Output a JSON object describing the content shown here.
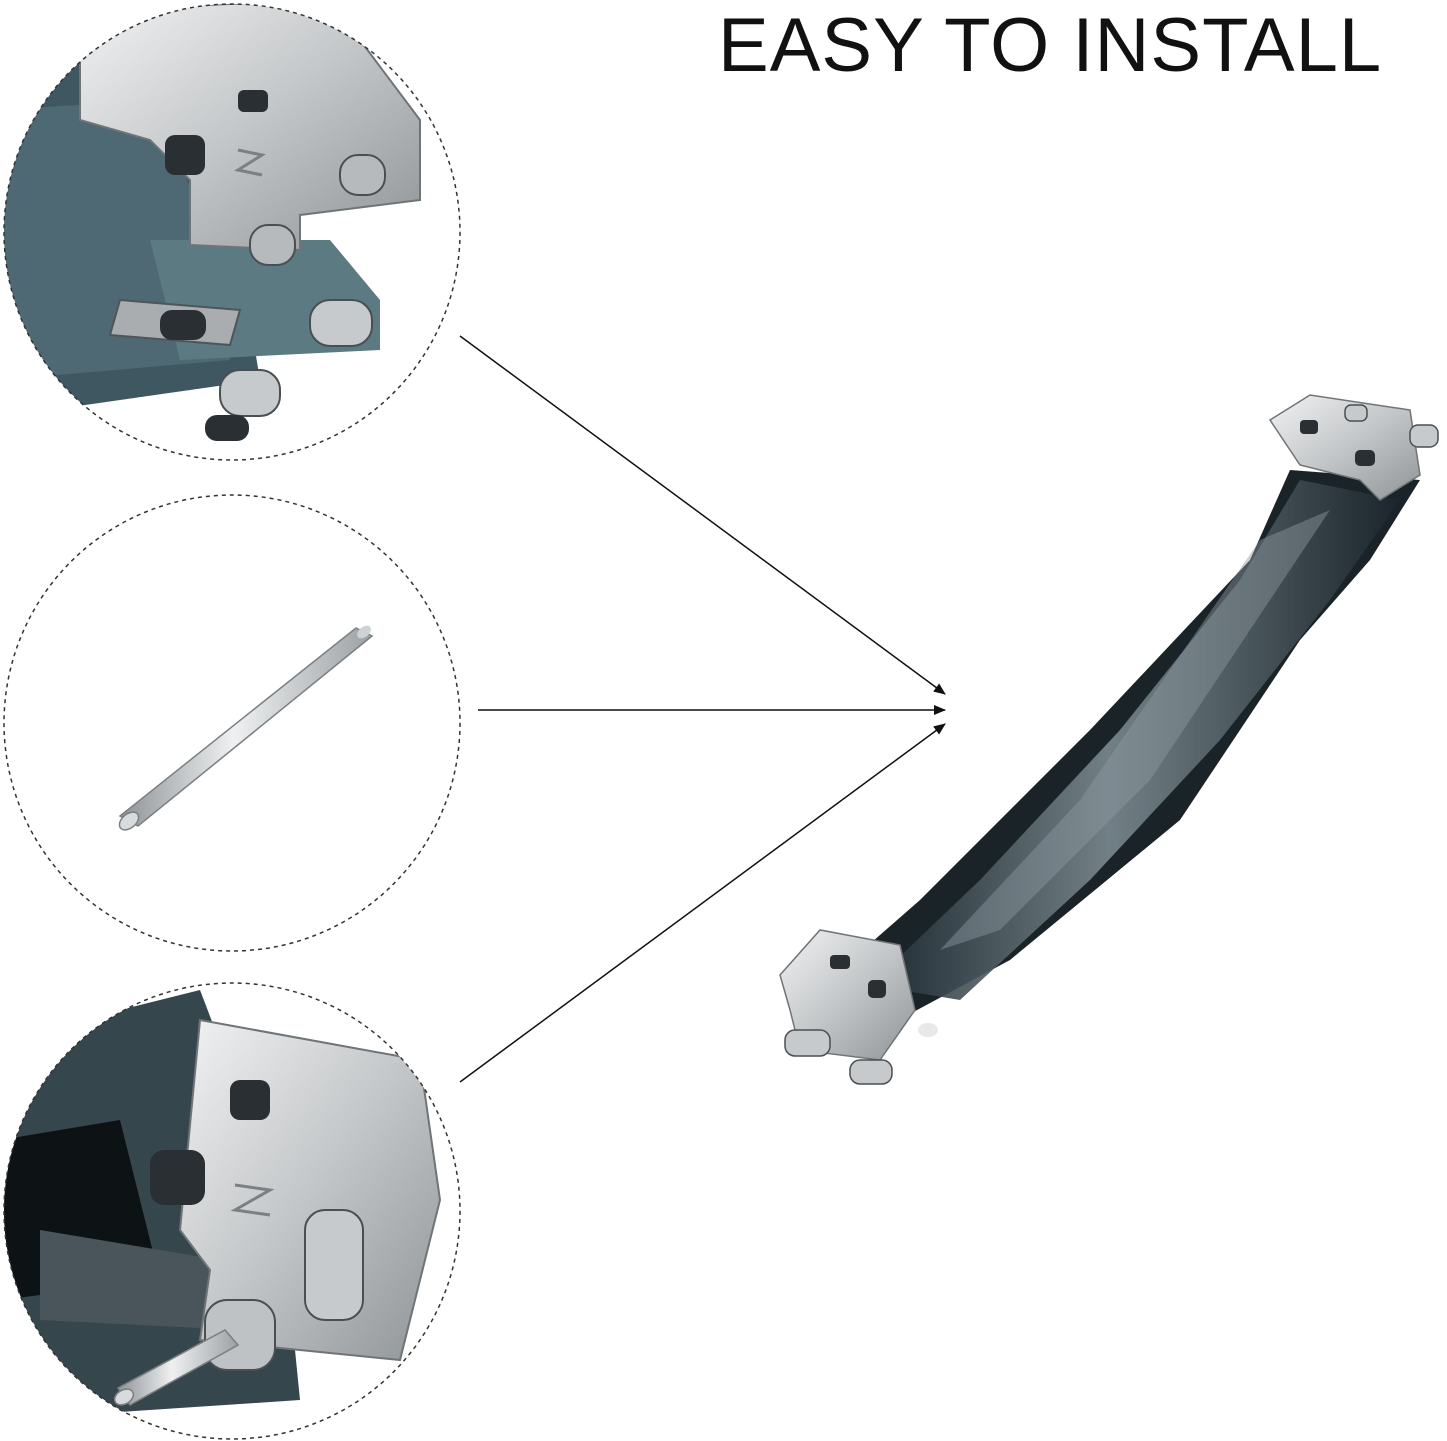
{
  "headline": "EASY TO INSTALL",
  "colors": {
    "background": "#ffffff",
    "text": "#111111",
    "frame_steel": "#c9ccce",
    "frame_blue_grey": "#3d4e57",
    "circle_border": "#333333"
  },
  "callouts": [
    {
      "name": "hinge-closeup",
      "icon": "hinge-clasp-icon"
    },
    {
      "name": "pin-closeup",
      "icon": "hinge-pin-icon"
    },
    {
      "name": "pin-inserted-closeup",
      "icon": "inserted-pin-icon"
    }
  ],
  "product": {
    "icon": "purse-frame-icon"
  }
}
